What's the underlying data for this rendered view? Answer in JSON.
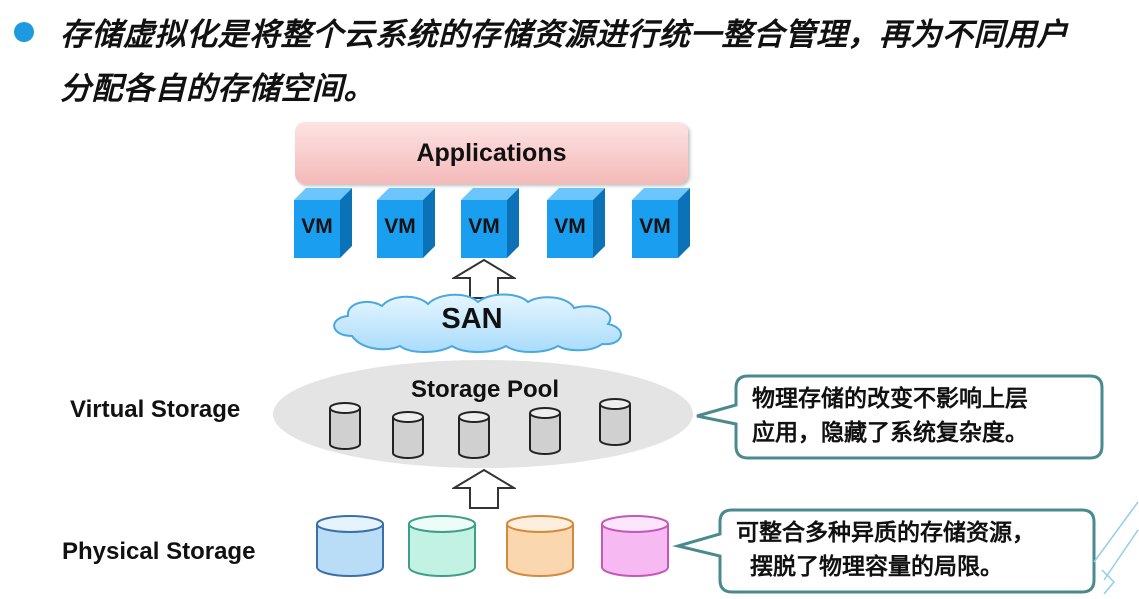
{
  "bullet": {
    "line1": "存储虚拟化是将整个云系统的存储资源进行统一整合管理，再为不同用户",
    "line2": "分配各自的存储空间。"
  },
  "diagram": {
    "applications_label": "Applications",
    "vm_labels": [
      "VM",
      "VM",
      "VM",
      "VM",
      "VM"
    ],
    "san_label": "SAN",
    "pool_label": "Storage Pool",
    "virtual_storage_label": "Virtual Storage",
    "physical_storage_label": "Physical Storage",
    "callout_virtual": {
      "line1": "物理存储的改变不影响上层",
      "line2": "应用，隐藏了系统复杂度。"
    },
    "callout_physical": {
      "line1": "可整合多种异质的存储资源，",
      "line2": "摆脱了物理容量的局限。"
    },
    "colors": {
      "bullet": "#1e9be0",
      "vm_front": "#1a9ff0",
      "vm_top": "#6cc6fb",
      "vm_side": "#0b72b8",
      "callout_border": "#4a8a8f",
      "physical_disks": [
        "#b9dcf7",
        "#c2f2e4",
        "#fbd7b0",
        "#f7b9f2"
      ]
    }
  }
}
